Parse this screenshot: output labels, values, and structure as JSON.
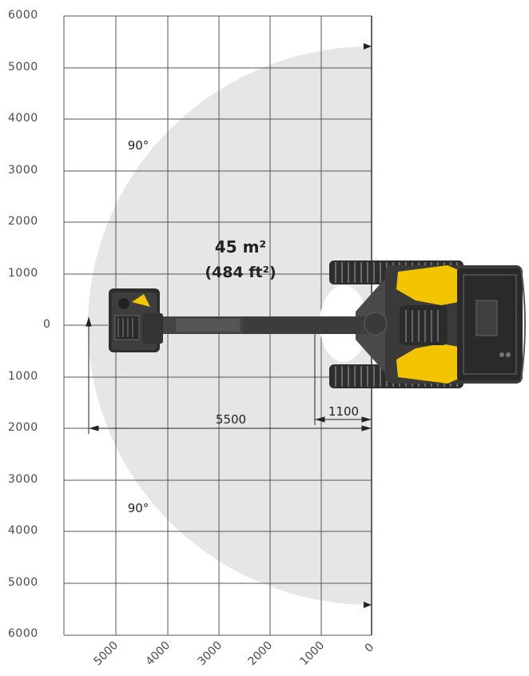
{
  "axis_y_labels": [
    "6000",
    "5000",
    "4000",
    "3000",
    "2000",
    "1000",
    "0",
    "1000",
    "2000",
    "3000",
    "4000",
    "5000",
    "6000"
  ],
  "axis_x_labels": [
    "5000",
    "4000",
    "3000",
    "2000",
    "1000",
    "0"
  ],
  "area_label": "45 m²",
  "area_label_ft": "(484 ft²)",
  "angle_top": "90°",
  "angle_bottom": "90°",
  "dimension_reach": "5500",
  "dimension_offset": "1100",
  "colors": {
    "coverage_fill": "#e6e6e6",
    "grid": "#555555",
    "machine_yellow": "#f2c500",
    "machine_dark": "#2e2e2e",
    "machine_mid": "#4d4d4d",
    "text": "#222222"
  }
}
